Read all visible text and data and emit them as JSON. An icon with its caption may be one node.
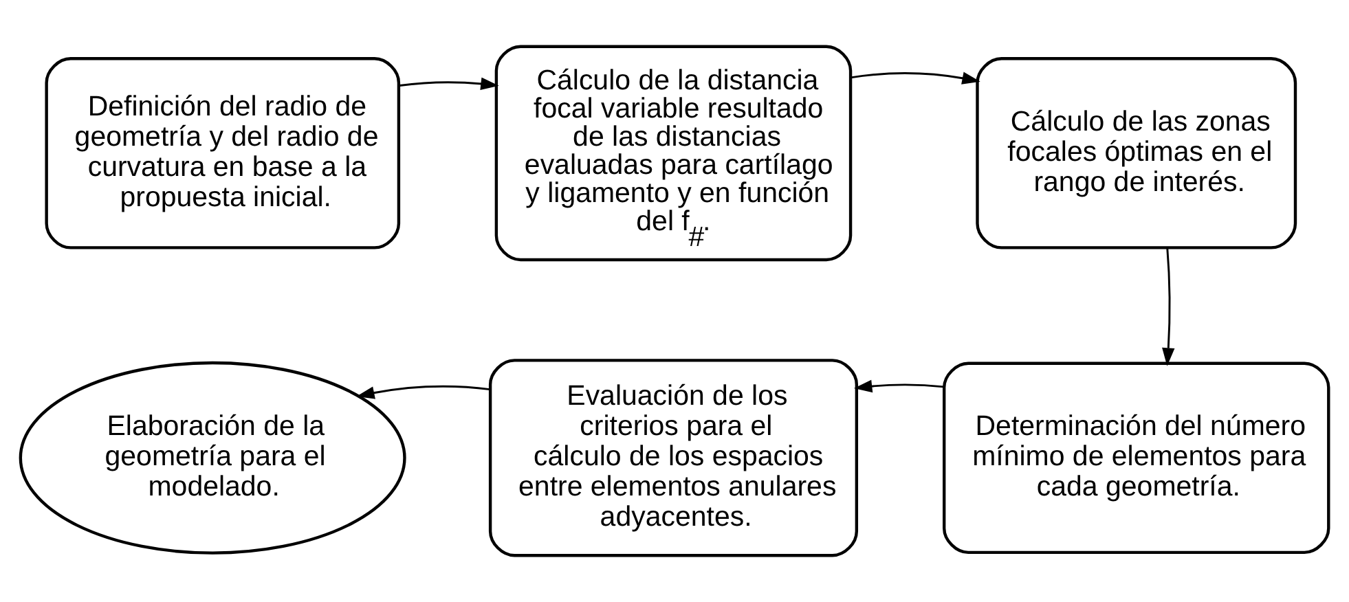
{
  "diagram": {
    "nodes": [
      {
        "text": [
          "Definición del radio de geometría y del radio de curvatura en base a la propuesta inicial."
        ]
      },
      {
        "text": [
          "Cálculo de la distancia focal variable resultado de las distancias evaluadas para cartílago y ligamento y en función del f$_{#}$."
        ]
      },
      {
        "text": [
          "Cálculo de las zonas focales óptimas en el rango de interés."
        ]
      },
      {
        "text": [
          "Determinación del número mínimo de elementos para cada geometría."
        ]
      },
      {
        "text": [
          "Evaluación de los criterios para el cálculo de los espacios entre elementos anulares adyacentes."
        ]
      },
      {
        "text": [
          "Elaboración de la geometría para el modelado."
        ]
      }
    ],
    "edges": [
      {
        "from": 0,
        "to": 1,
        "arrow": "to"
      },
      {
        "from": 1,
        "to": 2,
        "arrow": "to"
      },
      {
        "from": 2,
        "to": 3,
        "arrow": "to"
      },
      {
        "from": 3,
        "to": 4,
        "arrow": "to"
      },
      {
        "from": 4,
        "to": 5,
        "arrow": "to"
      }
    ]
  }
}
